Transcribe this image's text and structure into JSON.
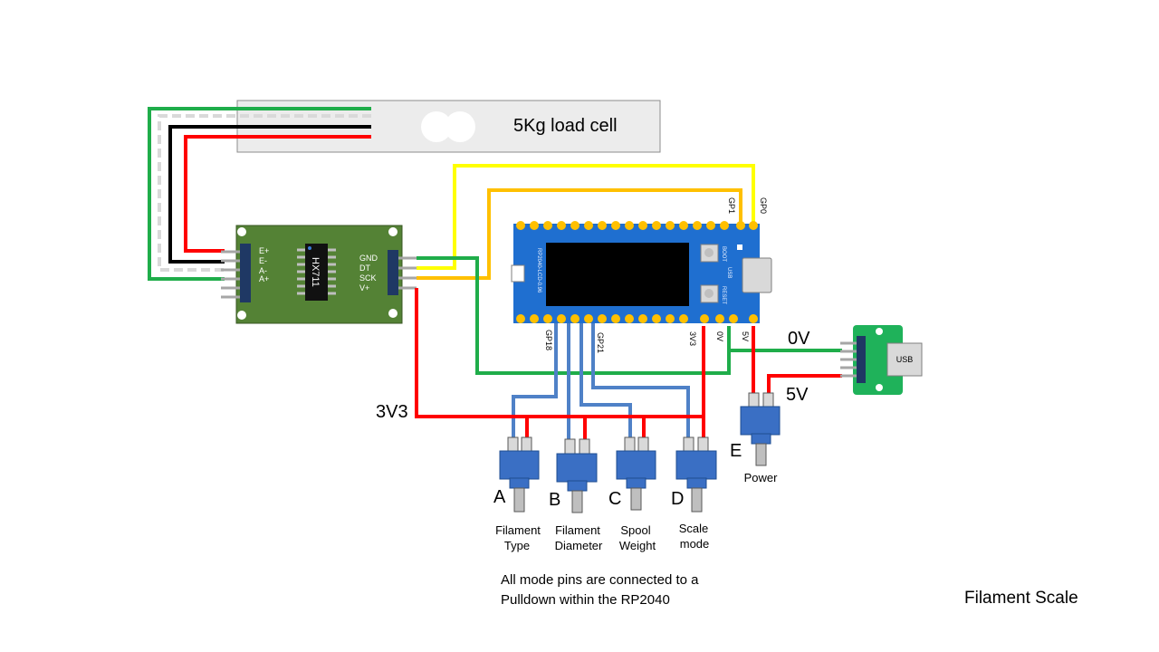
{
  "load_cell": {
    "label": "5Kg load cell"
  },
  "hx711": {
    "chip_label": "HX711",
    "left_pins": [
      "E+",
      "E-",
      "A-",
      "A+"
    ],
    "right_pins": [
      "GND",
      "DT",
      "SCK",
      "V+"
    ]
  },
  "rp2040": {
    "board_text": "RP2040-LCD-0.96",
    "boot_label": "BOOT",
    "reset_label": "RESET",
    "usb_label": "USB",
    "top_pins": [
      "GP1",
      "GP0"
    ],
    "bottom_pins": [
      "GP18",
      "GP21",
      "3V3",
      "0V",
      "5V"
    ]
  },
  "usb_breakout": {
    "label": "USB"
  },
  "rails": {
    "v0": "0V",
    "v5": "5V",
    "v3v3": "3V3"
  },
  "switches": [
    {
      "letter": "A",
      "caption_line1": "Filament",
      "caption_line2": "Type"
    },
    {
      "letter": "B",
      "caption_line1": "Filament",
      "caption_line2": "Diameter"
    },
    {
      "letter": "C",
      "caption_line1": "Spool",
      "caption_line2": "Weight"
    },
    {
      "letter": "D",
      "caption_line1": "Scale",
      "caption_line2": "mode"
    },
    {
      "letter": "E",
      "caption_line1": "Power",
      "caption_line2": ""
    }
  ],
  "note": {
    "line1": "All mode pins are connected to a",
    "line2": "Pulldown within the RP2040"
  },
  "title": "Filament Scale",
  "colors": {
    "red": "#ff0000",
    "black": "#000000",
    "green": "#1fad4a",
    "white_wire": "#d9d9d9",
    "yellow": "#ffff00",
    "orange": "#ffc000",
    "blue_wire": "#4f81c7",
    "hx_board": "#548235",
    "rp_board": "#1f6fd0",
    "usb_board": "#1fb25a",
    "switch_body": "#3a6fc4",
    "load_cell": "#ececec"
  }
}
